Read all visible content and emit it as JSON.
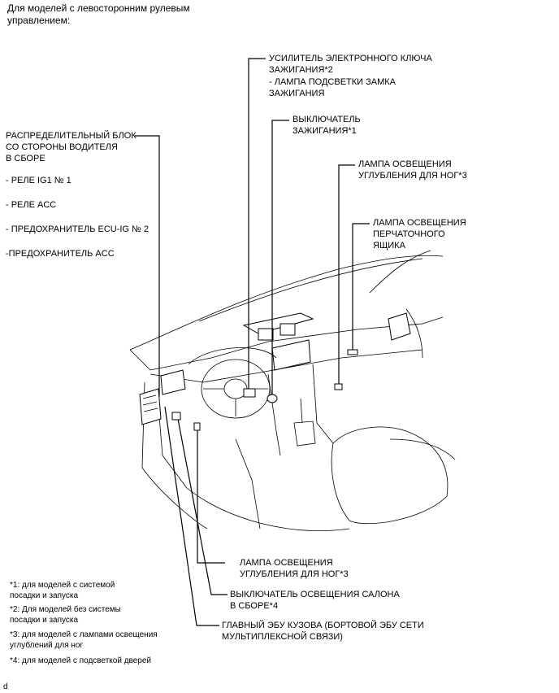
{
  "header": {
    "line1": "Для моделей с левосторонним рулевым",
    "line2": "управлением:"
  },
  "labels": {
    "amplifier": {
      "line1": "УСИЛИТЕЛЬ ЭЛЕКТРОННОГО КЛЮЧА",
      "line2": "ЗАЖИГАНИЯ*2",
      "line3": "- ЛАМПА ПОДСВЕТКИ ЗАМКА",
      "line4": "ЗАЖИГАНИЯ"
    },
    "ignition_switch": {
      "line1": "ВЫКЛЮЧАТЕЛЬ",
      "line2": "ЗАЖИГАНИЯ*1"
    },
    "footwell_lamp_right": {
      "line1": "ЛАМПА ОСВЕЩЕНИЯ",
      "line2": "УГЛУБЛЕНИЯ ДЛЯ НОГ*3"
    },
    "glovebox_lamp": {
      "line1": "ЛАМПА ОСВЕЩЕНИЯ",
      "line2": "ПЕРЧАТОЧНОГО",
      "line3": "ЯЩИКА"
    },
    "junction_block": {
      "line1": "РАСПРЕДЕЛИТЕЛЬНЫЙ БЛОК",
      "line2": "СО СТОРОНЫ ВОДИТЕЛЯ",
      "line3": "В СБОРЕ",
      "item1": "- РЕЛЕ IG1 № 1",
      "item2": "- РЕЛЕ ACC",
      "item3": "- ПРЕДОХРАНИТЕЛЬ ECU-IG № 2",
      "item4": "-ПРЕДОХРАНИТЕЛЬ ACC"
    },
    "footwell_lamp_left": {
      "line1": "ЛАМПА ОСВЕЩЕНИЯ",
      "line2": "УГЛУБЛЕНИЯ ДЛЯ НОГ*3"
    },
    "interior_light_switch": {
      "line1": "ВЫКЛЮЧАТЕЛЬ ОСВЕЩЕНИЯ САЛОНА",
      "line2": "В СБОРЕ*4"
    },
    "main_body_ecu": {
      "line1": "ГЛАВНЫЙ ЭБУ КУЗОВА (БОРТОВОЙ ЭБУ СЕТИ",
      "line2": "МУЛЬТИПЛЕКСНОЙ СВЯЗИ)"
    }
  },
  "footnotes": {
    "n1a": "*1: для моделей с системой",
    "n1b": "посадки и запуска",
    "n2a": "*2: Для моделей без системы",
    "n2b": "посадки и запуска",
    "n3a": "*3: для моделей с лампами освещения",
    "n3b": "углублений для ног",
    "n4": "*4: для моделей с подсветкой дверей"
  },
  "corner_mark": "d"
}
